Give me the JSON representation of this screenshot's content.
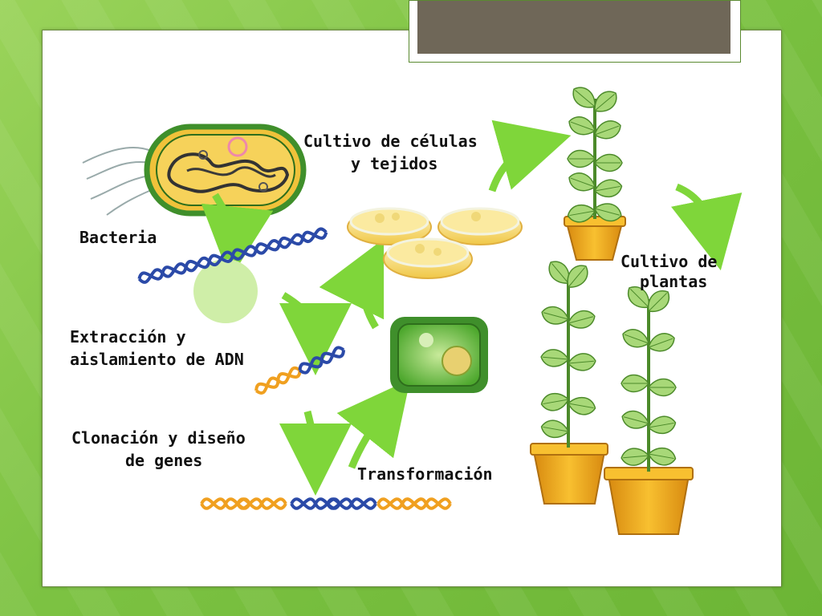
{
  "diagram": {
    "labels": {
      "bacteria": "Bacteria",
      "extraction_1": "Extracción y",
      "extraction_2": "aislamiento de ADN",
      "cloning_1": "Clonación y diseño",
      "cloning_2": "de genes",
      "transformation": "Transformación",
      "culture_cells_1": "Cultivo de células",
      "culture_cells_2": "y tejidos",
      "culture_plants_1": "Cultivo de",
      "culture_plants_2": "plantas"
    },
    "colors": {
      "arrow": "#7fd63a",
      "arrow_dark": "#3e8a12",
      "bacteria_fill": "#f0c23a",
      "bacteria_border": "#3f8f2b",
      "dna_blue": "#2b4aa8",
      "dna_orange": "#f0a020",
      "leaf": "#9ad068",
      "pot": "#f0a818"
    }
  }
}
